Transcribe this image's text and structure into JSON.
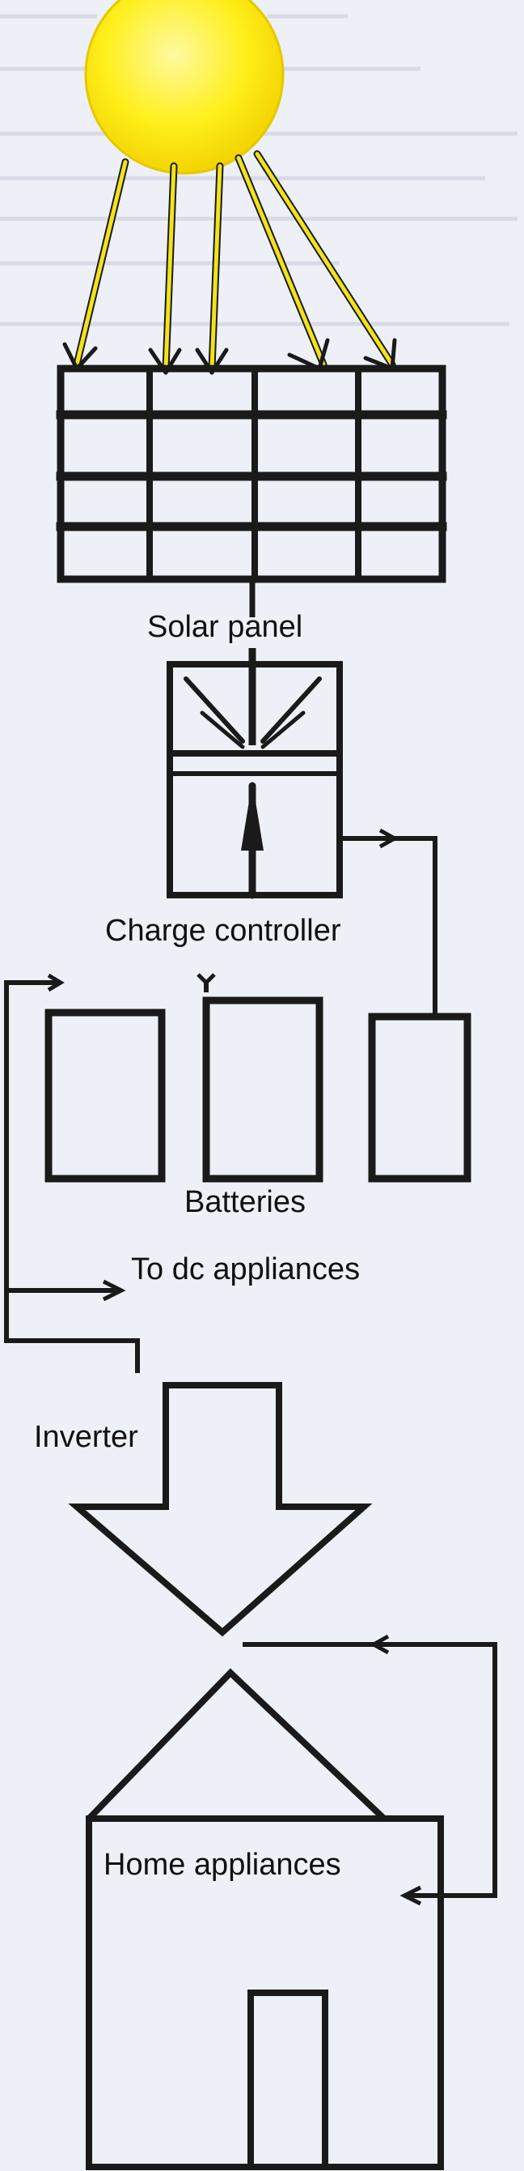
{
  "diagram": {
    "labels": {
      "solar_panel": "Solar panel",
      "charge_controller": "Charge controller",
      "batteries": "Batteries",
      "dc_appliances": "To dc appliances",
      "inverter": "Inverter",
      "home_appliances": "Home appliances"
    },
    "colors": {
      "sun_fill": "#ffef1a",
      "sun_edge": "#e8c400",
      "ray": "#f2e21b",
      "line": "#1a1a1a",
      "background": "#eef0f7"
    }
  }
}
